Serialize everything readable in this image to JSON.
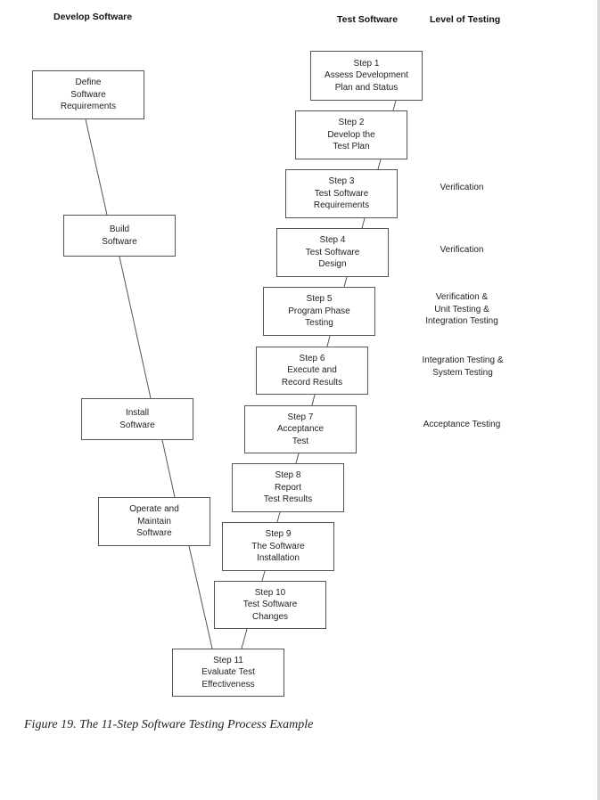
{
  "headers": {
    "develop": "Develop Software",
    "test": "Test Software",
    "level": "Level of Testing"
  },
  "develop_boxes": [
    {
      "lines": [
        "Define",
        "Software",
        "Requirements"
      ]
    },
    {
      "lines": [
        "Build",
        "Software"
      ]
    },
    {
      "lines": [
        "Install",
        "Software"
      ]
    },
    {
      "lines": [
        "Operate and",
        "Maintain",
        "Software"
      ]
    }
  ],
  "steps": [
    {
      "lines": [
        "Step 1",
        "Assess Development",
        "Plan and Status"
      ]
    },
    {
      "lines": [
        "Step 2",
        "Develop the",
        "Test Plan"
      ]
    },
    {
      "lines": [
        "Step 3",
        "Test Software",
        "Requirements"
      ]
    },
    {
      "lines": [
        "Step 4",
        "Test Software",
        "Design"
      ]
    },
    {
      "lines": [
        "Step 5",
        "Program Phase",
        "Testing"
      ]
    },
    {
      "lines": [
        "Step 6",
        "Execute and",
        "Record Results"
      ]
    },
    {
      "lines": [
        "Step 7",
        "Acceptance",
        "Test"
      ]
    },
    {
      "lines": [
        "Step 8",
        "Report",
        "Test Results"
      ]
    },
    {
      "lines": [
        "Step 9",
        "The Software",
        "Installation"
      ]
    },
    {
      "lines": [
        "Step 10",
        "Test Software",
        "Changes"
      ]
    },
    {
      "lines": [
        "Step 11",
        "Evaluate Test",
        "Effectiveness"
      ]
    }
  ],
  "levels": [
    {
      "step": 3,
      "lines": [
        "Verification"
      ]
    },
    {
      "step": 4,
      "lines": [
        "Verification"
      ]
    },
    {
      "step": 5,
      "lines": [
        "Verification &",
        "Unit Testing &",
        "Integration Testing"
      ]
    },
    {
      "step": 6,
      "lines": [
        "Integration Testing &",
        "System Testing"
      ]
    },
    {
      "step": 7,
      "lines": [
        "Acceptance Testing"
      ]
    }
  ],
  "caption": "Figure 19. The 11-Step Software Testing Process Example"
}
